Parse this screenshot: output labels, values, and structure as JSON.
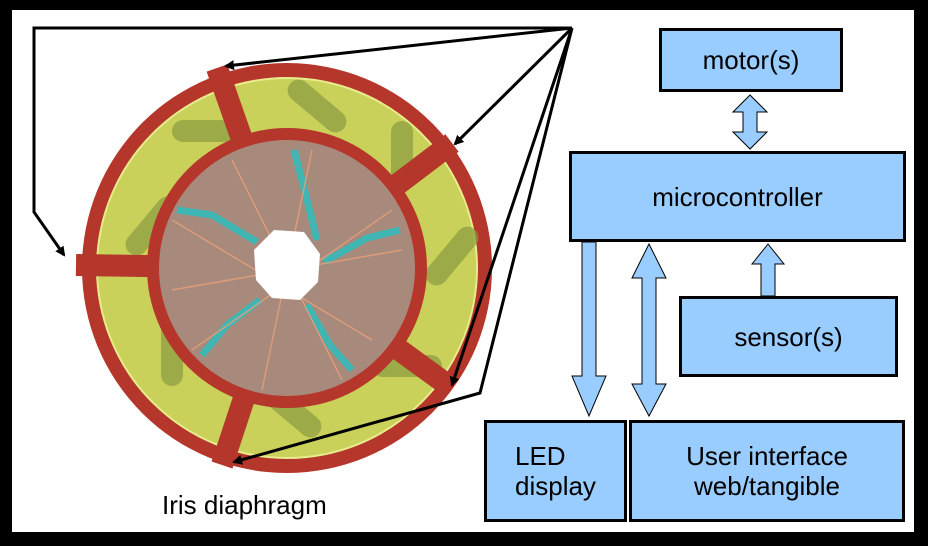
{
  "diagram": {
    "boxes": {
      "motor": "motor(s)",
      "microcontroller": "microcontroller",
      "sensor": "sensor(s)",
      "led_display": "LED\ndisplay",
      "user_interface": "User interface\nweb/tangible"
    },
    "caption": "Iris diaphragm"
  },
  "colors": {
    "box_fill": "#99ccff",
    "arrow_fill": "#99ccff",
    "ring_red": "#b5362a",
    "disc_yellow": "#c9d15a",
    "blade_teal": "#3fb6b3"
  }
}
